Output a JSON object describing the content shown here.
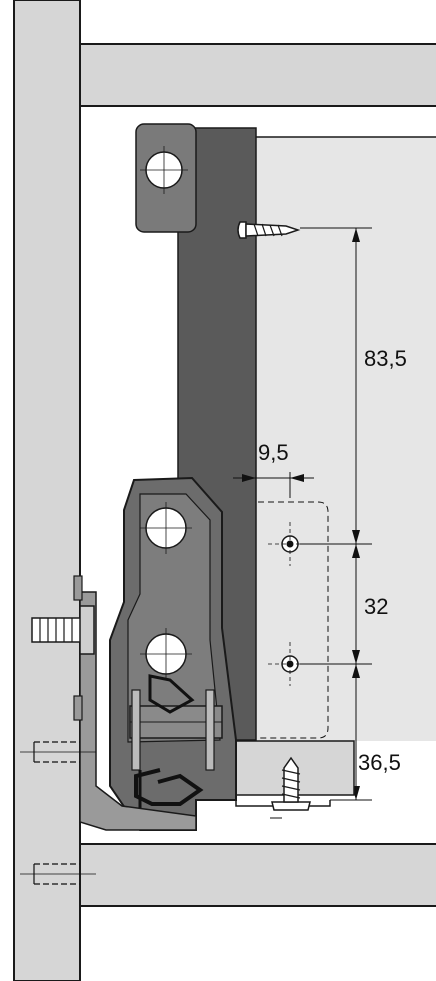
{
  "dimensions": {
    "upper_screw_to_hole": "83,5",
    "hole_spacing": "32",
    "lower_hole_to_bottom": "36,5",
    "offset_from_drawer_side": "9,5"
  },
  "colors": {
    "background": "#ffffff",
    "cabinet_panel": "#d6d6d6",
    "drawer_front": "#e6e6e6",
    "drawer_side_profile": "#5a5a5a",
    "runner_body": "#6c6c6c",
    "outline": "#1a1a1a",
    "line": "#111111"
  },
  "icons": [
    "screw-icon",
    "mounting-hole-icon",
    "dowel-icon"
  ]
}
